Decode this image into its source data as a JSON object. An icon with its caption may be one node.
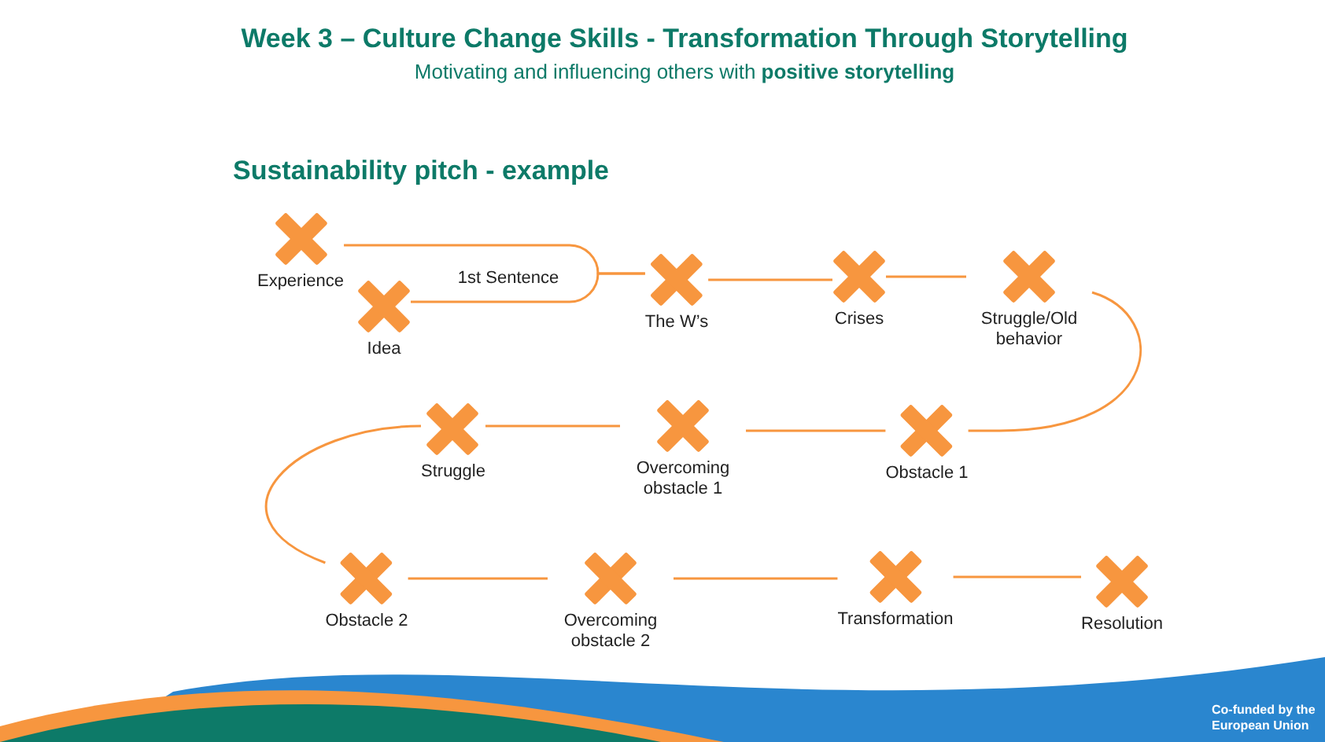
{
  "diagram": {
    "title": "Week 3 – Culture Change Skills - Transformation Through Storytelling",
    "nodes": [
      {
        "text": [
          "Experience"
        ]
      },
      {
        "text": [
          "Idea"
        ]
      },
      {
        "text": [
          "The W’s"
        ]
      },
      {
        "text": [
          "Crises"
        ]
      },
      {
        "text": [
          "Struggle/Old behavior"
        ]
      },
      {
        "text": [
          "Obstacle 1"
        ]
      },
      {
        "text": [
          "Overcoming obstacle 1"
        ]
      },
      {
        "text": [
          "Struggle"
        ]
      },
      {
        "text": [
          "Obstacle 2"
        ]
      },
      {
        "text": [
          "Overcoming obstacle 2"
        ]
      },
      {
        "text": [
          "Transformation"
        ]
      },
      {
        "text": [
          "Resolution"
        ]
      }
    ],
    "edges": [
      {
        "from": 0,
        "to": 2,
        "arrow": "none",
        "label": "1st Sentence"
      },
      {
        "from": 1,
        "to": 2,
        "arrow": "none"
      },
      {
        "from": 2,
        "to": 3,
        "arrow": "none"
      },
      {
        "from": 3,
        "to": 4,
        "arrow": "none"
      },
      {
        "from": 4,
        "to": 5,
        "arrow": "none"
      },
      {
        "from": 5,
        "to": 6,
        "arrow": "none"
      },
      {
        "from": 6,
        "to": 7,
        "arrow": "none"
      },
      {
        "from": 7,
        "to": 8,
        "arrow": "none"
      },
      {
        "from": 8,
        "to": 9,
        "arrow": "none"
      },
      {
        "from": 9,
        "to": 10,
        "arrow": "none"
      },
      {
        "from": 10,
        "to": 11,
        "arrow": "none"
      }
    ],
    "labels": [
      "Motivating and influencing others with **positive storytelling**",
      "Sustainability pitch - example",
      "Co-funded by the European Union"
    ]
  }
}
